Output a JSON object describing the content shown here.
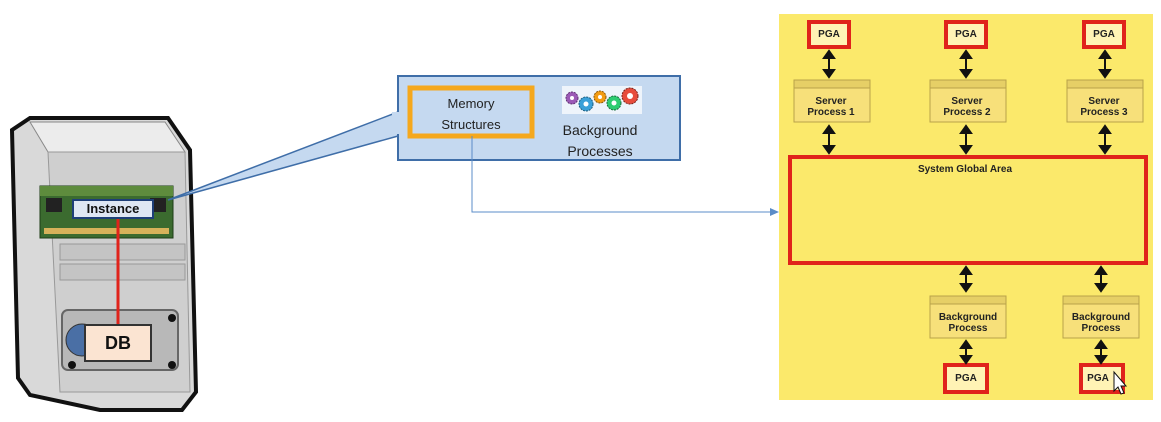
{
  "server": {
    "instance_label": "Instance",
    "db_label": "DB"
  },
  "callout": {
    "memory_label": "Memory Structures",
    "background_label": "Background Processes"
  },
  "sga_diagram": {
    "pga_label": "PGA",
    "server_processes": [
      "Server Process 1",
      "Server Process 2",
      "Server Process 3"
    ],
    "sga_label": "System Global Area",
    "background_processes": [
      "Background Process",
      "Background Process"
    ]
  },
  "colors": {
    "yellow_panel": "#fbe96b",
    "red_border": "#e0231b",
    "orange_highlight": "#f5a81d",
    "callout_fill": "#c5d9f0",
    "callout_border": "#3f6ea8"
  }
}
